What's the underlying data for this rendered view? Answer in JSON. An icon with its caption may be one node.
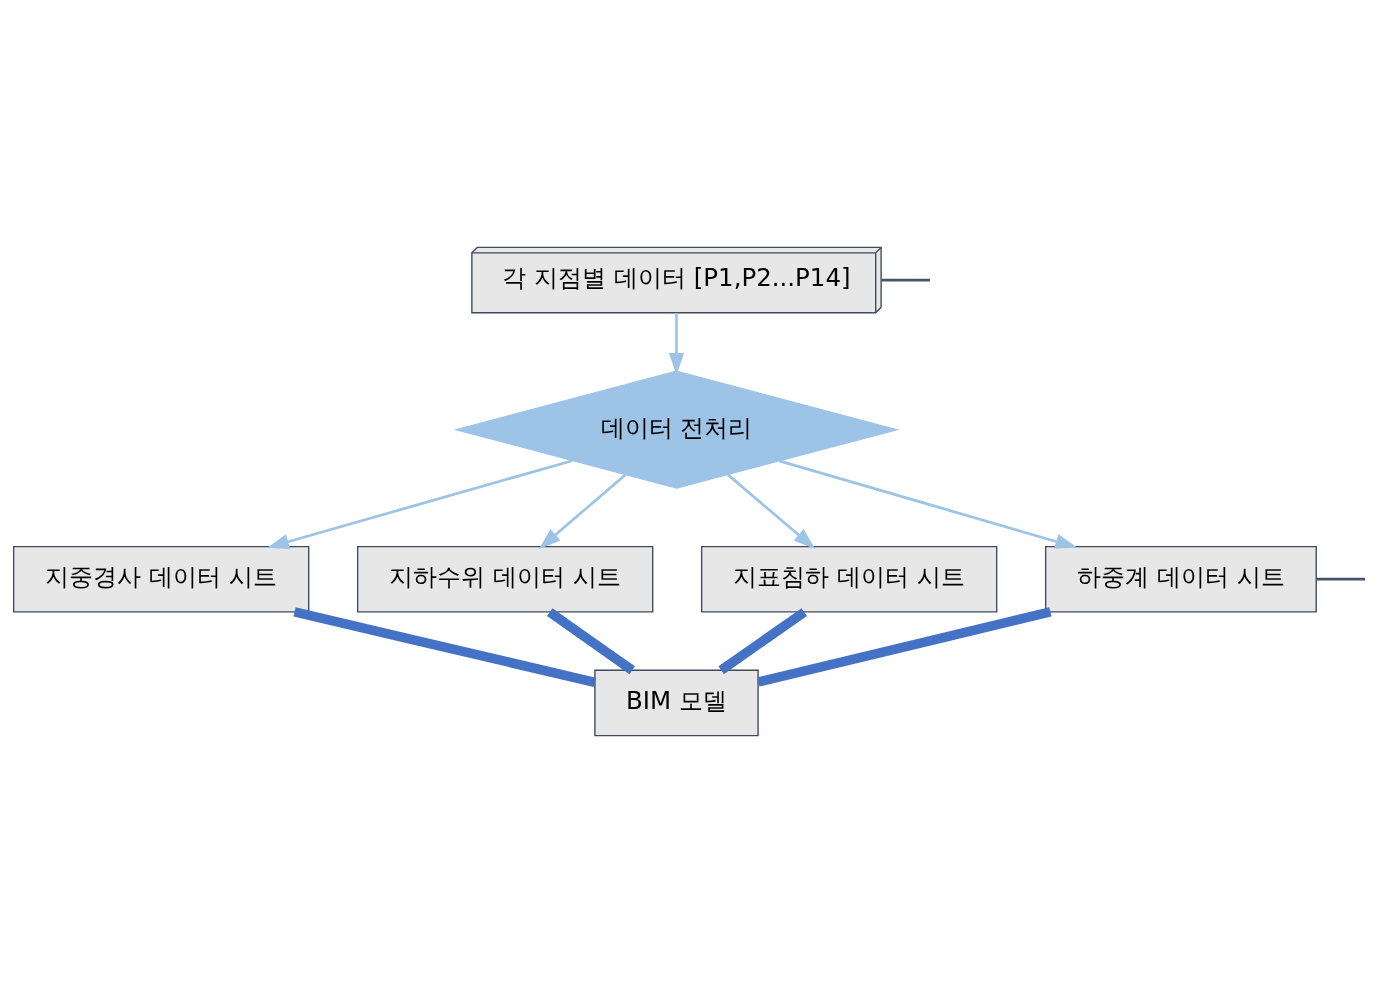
{
  "diagram": {
    "nodes": [
      {
        "text": [
          "각 지점별 데이터 [P1,P2...P14]"
        ]
      },
      {
        "text": [
          "데이터 전처리"
        ]
      },
      {
        "text": [
          "지중경사 데이터 시트"
        ]
      },
      {
        "text": [
          "지하수위 데이터 시트"
        ]
      },
      {
        "text": [
          "지표침하 데이터 시트"
        ]
      },
      {
        "text": [
          "하중계 데이터 시트"
        ]
      },
      {
        "text": [
          "BIM 모델"
        ]
      }
    ],
    "edges": [
      {
        "from": 0,
        "to": 1,
        "arrow": "to"
      },
      {
        "from": 1,
        "to": 2,
        "arrow": "to"
      },
      {
        "from": 1,
        "to": 3,
        "arrow": "to"
      },
      {
        "from": 1,
        "to": 4,
        "arrow": "to"
      },
      {
        "from": 1,
        "to": 5,
        "arrow": "to"
      },
      {
        "from": 2,
        "to": 6,
        "arrow": "none",
        "style": "thick",
        "color": "#4472c4"
      },
      {
        "from": 3,
        "to": 6,
        "arrow": "none",
        "style": "thick",
        "color": "#4472c4"
      },
      {
        "from": 4,
        "to": 6,
        "arrow": "none",
        "style": "thick",
        "color": "#4472c4"
      },
      {
        "from": 5,
        "to": 6,
        "arrow": "none",
        "style": "thick",
        "color": "#4472c4"
      },
      {
        "from": 0,
        "to": null,
        "arrow": "none",
        "color": "#44546a"
      },
      {
        "from": 5,
        "to": null,
        "arrow": "none",
        "color": "#44546a"
      }
    ]
  }
}
